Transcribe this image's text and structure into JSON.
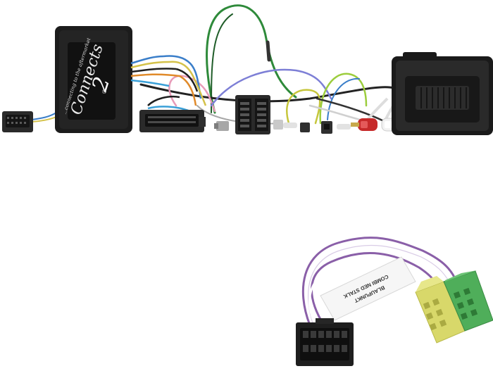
{
  "product_photo": {
    "interface_box": {
      "brand": "Connects",
      "brand_mark": "2",
      "tagline": "...connecting to the aftermarket",
      "registered": "®"
    },
    "patch_lead_label": {
      "line1": "BLAUPUNKT",
      "line2": "COMBI NED STALK"
    }
  },
  "colors": {
    "box_black": "#1c1c1c",
    "connector_black": "#2a2a2a",
    "rca_red": "#c62a2a",
    "rca_white": "#f2f2f2",
    "gold": "#c8a84b",
    "purple_wire": "#8a5fa8",
    "yellow_block": "#d8d86a",
    "green_block": "#4fae5a",
    "green_wire": "#2e8a3a"
  }
}
